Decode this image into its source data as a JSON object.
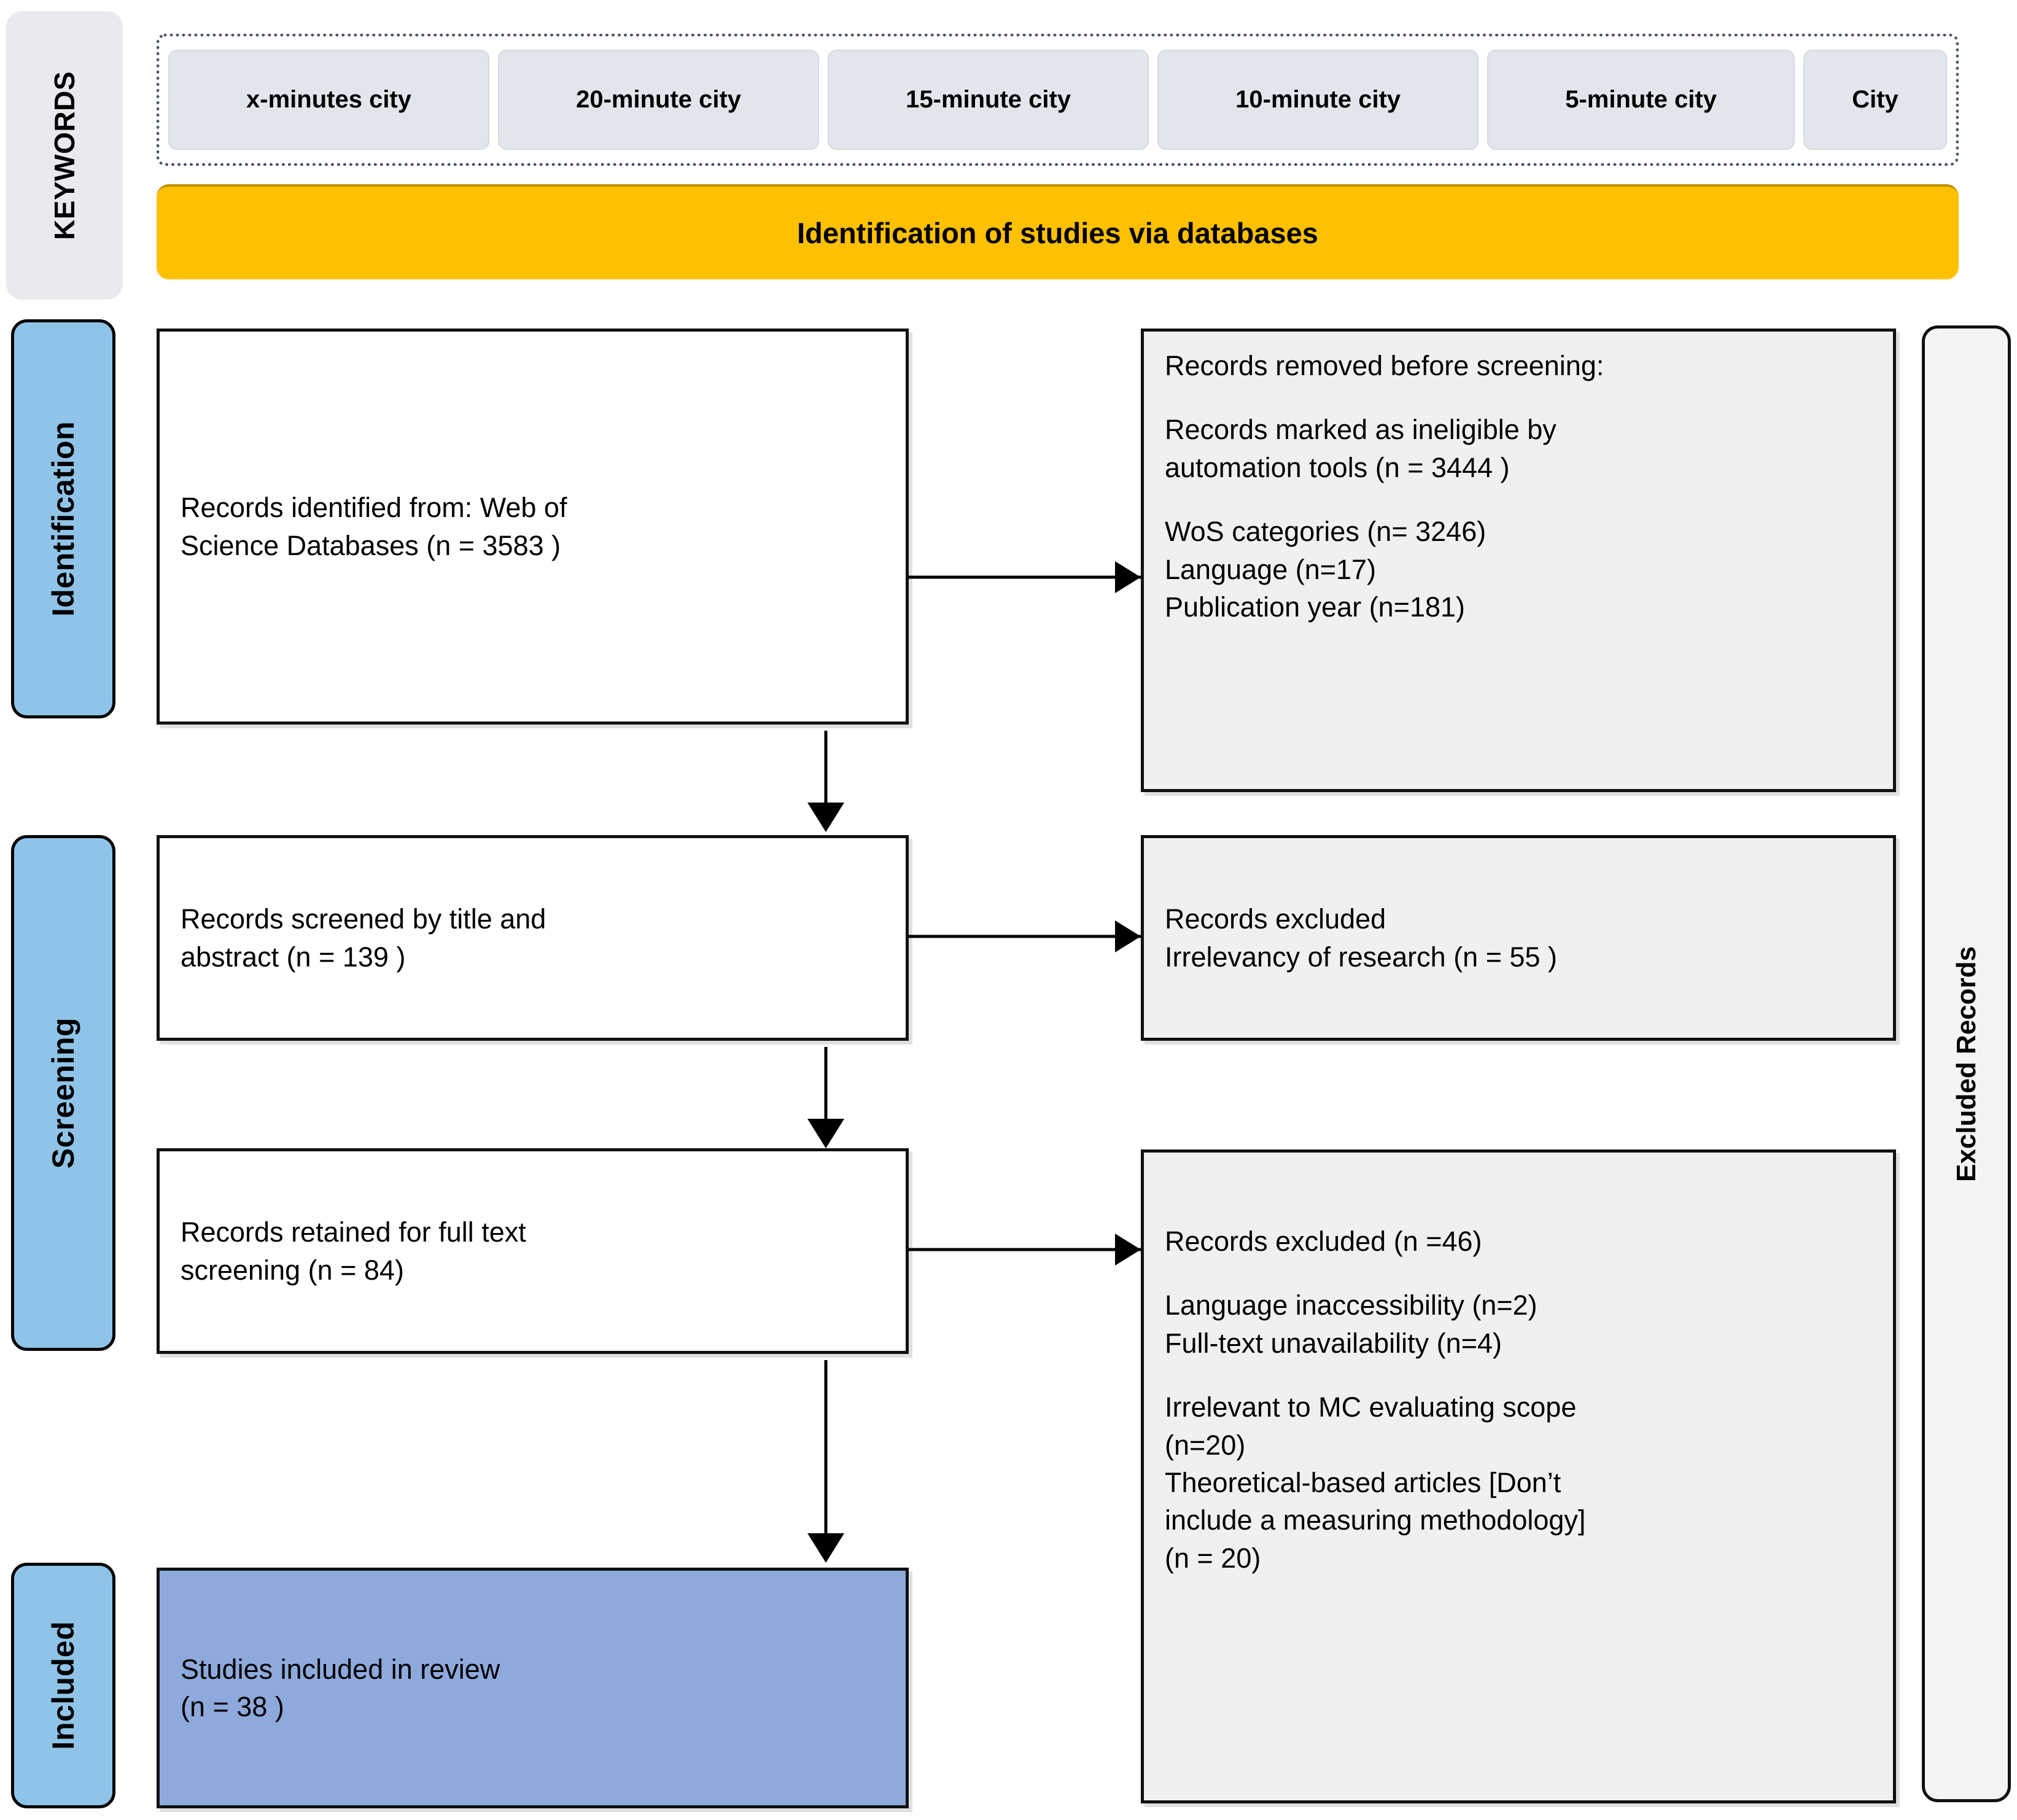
{
  "rails": {
    "keywords_label": "KEYWORDS",
    "identification_label": "Identification",
    "screening_label": "Screening",
    "included_label": "Included",
    "excluded_records_label": "Excluded Records"
  },
  "keywords": {
    "chips": [
      "x-minutes city",
      "20-minute city",
      "15-minute city",
      "10-minute city",
      "5-minute city",
      "City"
    ]
  },
  "banner": {
    "title": "Identification of studies via databases"
  },
  "flow": {
    "identified": {
      "line1": "Records identified  from: Web of",
      "line2": "Science Databases (n = 3583 )"
    },
    "removed": {
      "heading": "Records removed before screening:",
      "ineligible_line1": "Records marked as ineligible  by",
      "ineligible_line2": "automation tools  (n = 3444 )",
      "reason1": "WoS categories (n= 3246)",
      "reason2": "Language (n=17)",
      "reason3": "Publication year (n=181)"
    },
    "screened": {
      "line1": "Records screened by title  and",
      "line2": "abstract (n = 139 )"
    },
    "excluded_screening": {
      "line1": "Records excluded",
      "line2": "Irrelevancy of research (n = 55 )"
    },
    "retained": {
      "line1": "Records retained for full text",
      "line2": "screening (n = 84)"
    },
    "excluded_fulltext": {
      "heading": "Records excluded (n =46)",
      "reason1": "Language inaccessibility (n=2)",
      "reason2": "Full-text unavailability (n=4)",
      "reason3_line1": "Irrelevant to MC evaluating scope",
      "reason3_line2": "(n=20)",
      "reason4_line1": "Theoretical-based articles  [Don’t",
      "reason4_line2": "include a measuring methodology]",
      "reason4_line3": "(n = 20)"
    },
    "included": {
      "line1": "Studies included in review",
      "line2": "(n = 38 )"
    }
  },
  "colors": {
    "banner": "#FFC000",
    "stage_rail": "#8fc4e8",
    "included_box": "#8ea9db",
    "grey_box": "#f0f0f0",
    "keyword_chip": "#e2e6ec"
  }
}
